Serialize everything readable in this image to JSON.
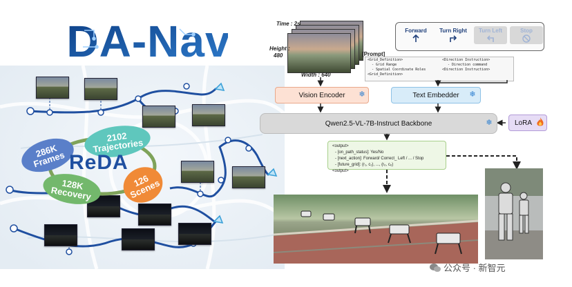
{
  "logo": {
    "text": "DA-Nav"
  },
  "reda": {
    "center_label": "ReDA",
    "frames": {
      "count": "286K",
      "label": "Frames"
    },
    "trajectories": {
      "count": "2102",
      "label": "Trajectories"
    },
    "recovery": {
      "count": "128K",
      "label": "Recovery"
    },
    "scenes": {
      "count": "126",
      "label": "Scenes"
    },
    "colors": {
      "frames": "#5a7fc9",
      "trajectories": "#5fc7bd",
      "recovery": "#73b86c",
      "scenes": "#f08a37"
    }
  },
  "input": {
    "time_label": "Time : 2s",
    "height_label": "Height :",
    "height_value": "480",
    "width_label": "Width : 640"
  },
  "directions": [
    {
      "label": "Forward",
      "icon": "forward-arrow-icon",
      "active": true
    },
    {
      "label": "Turn Right",
      "icon": "turn-right-icon",
      "active": true
    },
    {
      "label": "Turn Left",
      "icon": "turn-left-icon",
      "active": false
    },
    {
      "label": "Stop",
      "icon": "stop-icon",
      "active": false
    }
  ],
  "prompt": {
    "title": "[Prompt]",
    "left_lines": [
      "<Grid_Definition>",
      "- Grid Range",
      "- Spatial Coordinate Roles",
      "<Grid_Definition>"
    ],
    "right_lines": [
      "<Direction Instruction>",
      "- Direction command",
      "<Direction Instruction>"
    ]
  },
  "pipeline": {
    "vision_encoder": "Vision Encoder",
    "text_embedder": "Text Embedder",
    "backbone": "Qwen2.5-VL-7B-Instruct Backbone",
    "lora": "LoRA",
    "colors": {
      "vision": "#fde1d4",
      "text": "#d8ecf9",
      "backbone": "#d9d9d9",
      "lora": "#e6dcf5",
      "output": "#eef7e6"
    }
  },
  "output": {
    "open_tag": "<output>",
    "lines": [
      "- [on_path_status]: Yes/No",
      "- [next_action]: Forward/ Correct_ Left / ... / Stop",
      "- [future_grid]: (r₁, c₁), ..., (r₆, c₆)"
    ],
    "close_tag": "<output>"
  },
  "watermark": "公众号 · 新智元"
}
